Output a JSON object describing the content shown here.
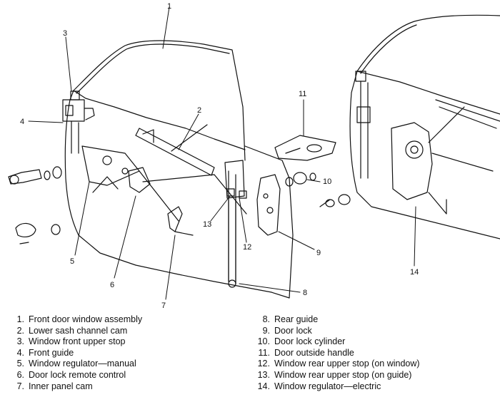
{
  "callouts": [
    "1",
    "2",
    "3",
    "4",
    "5",
    "6",
    "7",
    "8",
    "9",
    "10",
    "11",
    "12",
    "13",
    "14"
  ],
  "legend_left": [
    {
      "num": "1.",
      "text": "Front door window assembly"
    },
    {
      "num": "2.",
      "text": "Lower sash channel cam"
    },
    {
      "num": "3.",
      "text": "Window front upper stop"
    },
    {
      "num": "4.",
      "text": "Front guide"
    },
    {
      "num": "5.",
      "text": "Window regulator—manual"
    },
    {
      "num": "6.",
      "text": "Door lock remote control"
    },
    {
      "num": "7.",
      "text": "Inner panel cam"
    }
  ],
  "legend_right": [
    {
      "num": "8.",
      "text": "Rear guide"
    },
    {
      "num": "9.",
      "text": "Door lock"
    },
    {
      "num": "10.",
      "text": "Door lock cylinder"
    },
    {
      "num": "11.",
      "text": "Door outside handle"
    },
    {
      "num": "12.",
      "text": "Window rear upper stop (on window)"
    },
    {
      "num": "13.",
      "text": "Window rear upper stop (on guide)"
    },
    {
      "num": "14.",
      "text": "Window regulator—electric"
    }
  ]
}
